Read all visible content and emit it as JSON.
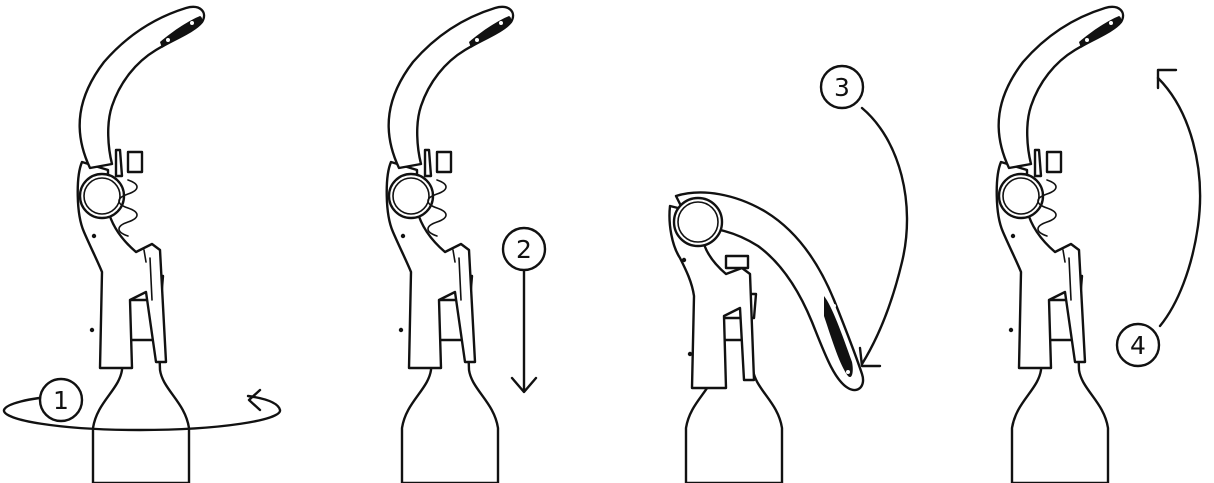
{
  "steps": [
    {
      "number": "1"
    },
    {
      "number": "2"
    },
    {
      "number": "3"
    },
    {
      "number": "4"
    }
  ],
  "colors": {
    "line": "#111111",
    "background": "#ffffff",
    "handle_insert": "#111111"
  }
}
